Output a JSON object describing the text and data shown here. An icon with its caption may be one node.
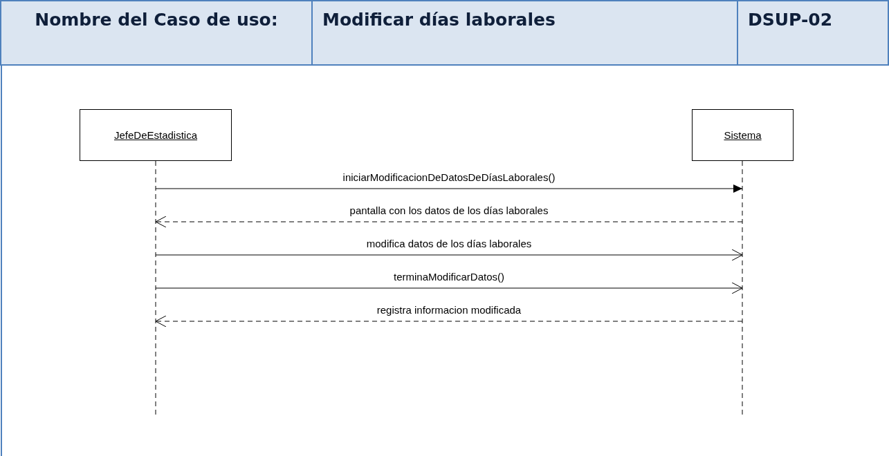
{
  "diagram": {
    "nodes": [
      {
        "text": [
          "JefeDeEstadistica"
        ]
      },
      {
        "text": [
          "Sistema"
        ]
      }
    ],
    "edges": [
      {
        "from": 0,
        "to": 1,
        "arrow": "to",
        "label": "iniciarModificacionDeDatosDeDíasLaborales()"
      },
      {
        "from": 1,
        "to": 0,
        "arrow": "to",
        "label": "pantalla con los datos de los días laborales",
        "style": "dashed"
      },
      {
        "from": 0,
        "to": 1,
        "arrow": "to",
        "label": "modifica datos de los días laborales"
      },
      {
        "from": 0,
        "to": 1,
        "arrow": "to",
        "label": "terminaModificarDatos()"
      },
      {
        "from": 1,
        "to": 0,
        "arrow": "to",
        "label": "registra informacion modificada",
        "style": "dashed"
      }
    ],
    "labels": [
      "Nombre del Caso de uso:",
      "Modificar días laborales",
      "DSUP-02"
    ]
  }
}
